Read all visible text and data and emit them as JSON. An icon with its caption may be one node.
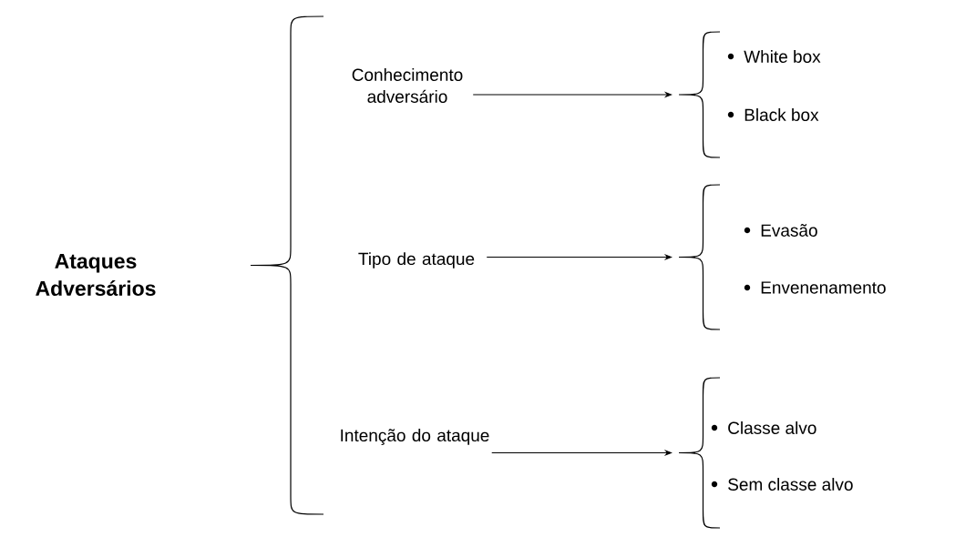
{
  "diagram": {
    "nodes": [
      {
        "text": [
          "Ataques Adversários"
        ]
      },
      {
        "text": [
          "Conhecimento adversário"
        ]
      },
      {
        "text": [
          "Tipo de ataque"
        ]
      },
      {
        "text": [
          "Intenção do ataque"
        ]
      },
      {
        "text": [
          "White box",
          "Black box"
        ]
      },
      {
        "text": [
          "Evasão",
          "Envenenamento"
        ]
      },
      {
        "text": [
          "Classe alvo",
          "Sem classe alvo"
        ]
      }
    ],
    "edges": [
      {
        "from": 1,
        "to": 4,
        "arrow": "to"
      },
      {
        "from": 2,
        "to": 5,
        "arrow": "to"
      },
      {
        "from": 3,
        "to": 6,
        "arrow": "to"
      }
    ]
  }
}
